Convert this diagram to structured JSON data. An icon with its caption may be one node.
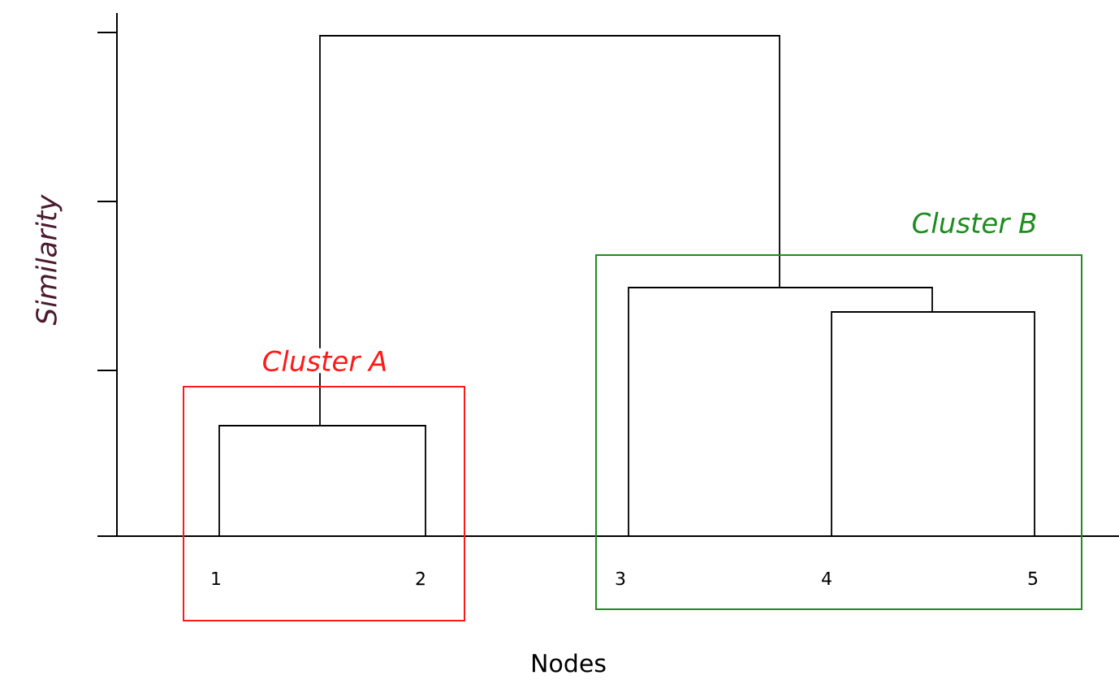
{
  "diagram": {
    "nodes": [
      {
        "text": [
          "Cluster A"
        ]
      },
      {
        "text": [
          "1"
        ],
        "in": 0
      },
      {
        "text": [
          "2"
        ],
        "in": 0
      },
      {
        "text": [
          "Cluster B"
        ]
      },
      {
        "text": [
          "3"
        ],
        "in": 3
      },
      {
        "text": [
          "4"
        ],
        "in": 3
      },
      {
        "text": [
          "5"
        ],
        "in": 3
      }
    ],
    "labels": [
      "Similarity",
      "Nodes"
    ]
  }
}
